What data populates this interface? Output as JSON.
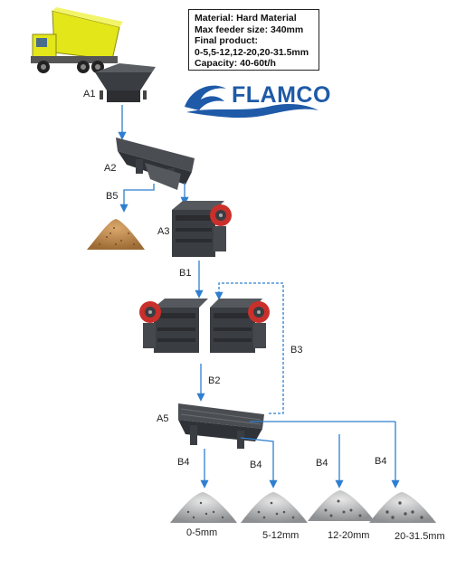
{
  "info": {
    "material": "Material: Hard Material",
    "feeder": "Max feeder size: 340mm",
    "final_title": "Final product:",
    "final_sizes": "0-5,5-12,12-20,20-31.5mm",
    "capacity": "Capacity:  40-60t/h"
  },
  "logo": {
    "text": "FLAMCO",
    "color": "#1e5aa8"
  },
  "stages": {
    "a1": "A1",
    "a2": "A2",
    "a3": "A3",
    "a5": "A5",
    "b1": "B1",
    "b2": "B2",
    "b3": "B3",
    "b4": "B4",
    "b5": "B5"
  },
  "products": [
    "0-5mm",
    "5-12mm",
    "12-20mm",
    "20-31.5mm"
  ],
  "colors": {
    "arrow": "#2e7fd0",
    "machine": "#3a3d42",
    "flywheel": "#c9302c",
    "truck_body": "#e3e619",
    "sand": "#c8955a"
  }
}
